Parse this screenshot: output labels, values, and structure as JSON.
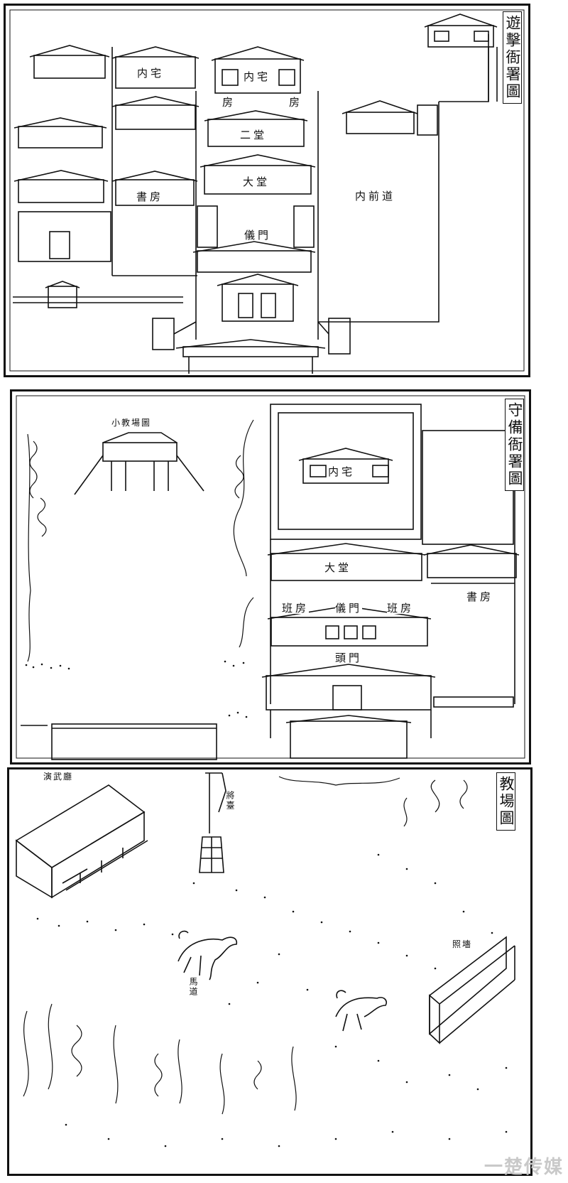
{
  "panels": {
    "youji": {
      "title": "遊擊衙署圖",
      "labels": {
        "inner_residence_left": "内宅",
        "inner_residence_center": "内宅",
        "second_hall": "二堂",
        "great_hall": "大堂",
        "ceremonial_gate": "儀門",
        "inner_front_road": "内前道",
        "study_room": "書房",
        "room_left": "房",
        "room_right": "房"
      }
    },
    "shoubei": {
      "title": "守備衙署圖",
      "labels": {
        "small_drill_ground": "小教場圖",
        "inner_residence": "内宅",
        "great_hall": "大堂",
        "study_room": "書房",
        "duty_room_left": "班房",
        "duty_room_right": "班房",
        "ceremonial_gate": "儀門",
        "main_gate": "頭門"
      }
    },
    "jiaochang": {
      "title": "教場圖",
      "labels": {
        "martial_hall": "演武廳",
        "general_platform": "將臺",
        "horse_track": "馬道",
        "screen_wall": "照墻"
      }
    }
  },
  "watermark": "一楚传媒"
}
